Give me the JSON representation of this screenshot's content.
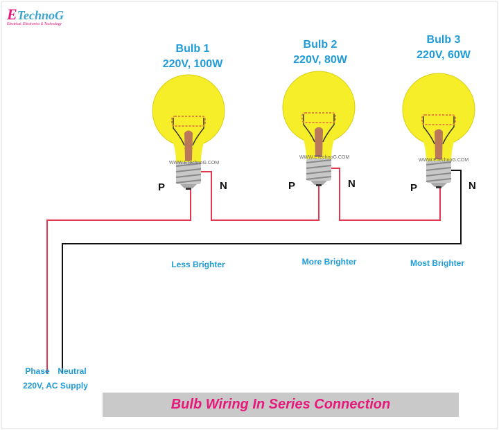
{
  "logo": {
    "brand_first": "E",
    "brand_rest": "TechnoG",
    "tagline": "Electrical, Electronics & Technology"
  },
  "bulbs": [
    {
      "name": "Bulb 1",
      "rating": "220V, 100W",
      "brightness": "Less Brighter",
      "watermark": "WWW.ETechnoG.COM",
      "p": "P",
      "n": "N"
    },
    {
      "name": "Bulb 2",
      "rating": "220V, 80W",
      "brightness": "More Brighter",
      "watermark": "WWW.ETechnoG.COM",
      "p": "P",
      "n": "N"
    },
    {
      "name": "Bulb 3",
      "rating": "220V, 60W",
      "brightness": "Most Brighter",
      "watermark": "WWW.ETechnoG.COM",
      "p": "P",
      "n": "N"
    }
  ],
  "supply": {
    "phase": "Phase",
    "neutral": "Neutral",
    "rating": "220V, AC Supply"
  },
  "title": "Bulb Wiring In Series Connection",
  "colors": {
    "phase_wire": "#e0374f",
    "neutral_wire": "#111111",
    "bulb": "#f7ee2a",
    "label": "#1f9bd7",
    "title": "#e6197a"
  }
}
